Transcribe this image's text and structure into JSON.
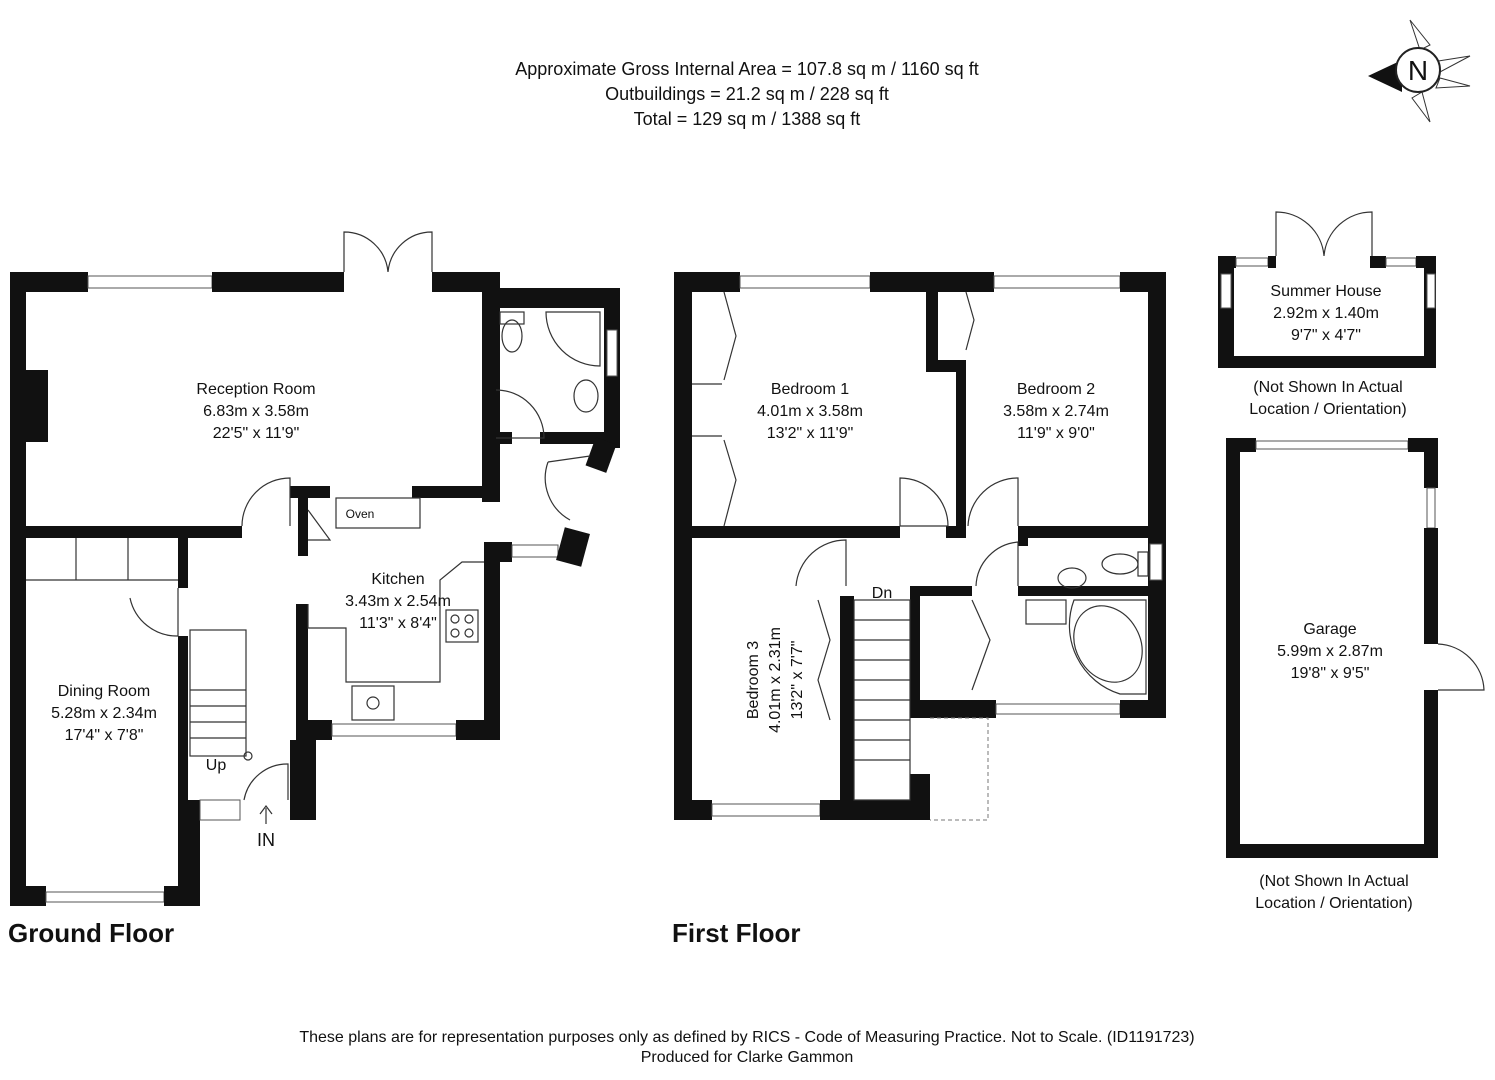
{
  "header": {
    "area_line_1": "Approximate Gross Internal Area = 107.8 sq m / 1160 sq ft",
    "area_line_2": "Outbuildings = 21.2 sq m / 228 sq ft",
    "area_line_3": "Total = 129 sq m / 1388 sq ft"
  },
  "compass": {
    "label": "N",
    "icon": "compass-rose-icon"
  },
  "ground_floor": {
    "title": "Ground Floor",
    "reception": {
      "name": "Reception Room",
      "metric": "6.83m x 3.58m",
      "imperial": "22'5\" x 11'9\""
    },
    "kitchen": {
      "name": "Kitchen",
      "metric": "3.43m x 2.54m",
      "imperial": "11'3\" x 8'4\"",
      "oven": "Oven"
    },
    "dining": {
      "name": "Dining Room",
      "metric": "5.28m x 2.34m",
      "imperial": "17'4\" x 7'8\""
    },
    "stairs_label": "Up",
    "entrance_label": "IN"
  },
  "first_floor": {
    "title": "First Floor",
    "bedroom1": {
      "name": "Bedroom 1",
      "metric": "4.01m x 3.58m",
      "imperial": "13'2\" x 11'9\""
    },
    "bedroom2": {
      "name": "Bedroom 2",
      "metric": "3.58m x 2.74m",
      "imperial": "11'9\" x 9'0\""
    },
    "bedroom3": {
      "name": "Bedroom 3",
      "metric": "4.01m x 2.31m",
      "imperial": "13'2\" x 7'7\""
    },
    "stairs_label": "Dn"
  },
  "outbuildings": {
    "summer_house": {
      "name": "Summer House",
      "metric": "2.92m x 1.40m",
      "imperial": "9'7\" x 4'7\"",
      "note_1": "(Not Shown In Actual",
      "note_2": "Location / Orientation)"
    },
    "garage": {
      "name": "Garage",
      "metric": "5.99m x 2.87m",
      "imperial": "19'8\" x 9'5\"",
      "note_1": "(Not Shown In Actual",
      "note_2": "Location / Orientation)"
    }
  },
  "footer": {
    "disclaimer": "These plans are for representation purposes only as defined by RICS - Code of Measuring Practice. Not to Scale. (ID1191723)",
    "produced_for": "Produced for Clarke Gammon"
  }
}
